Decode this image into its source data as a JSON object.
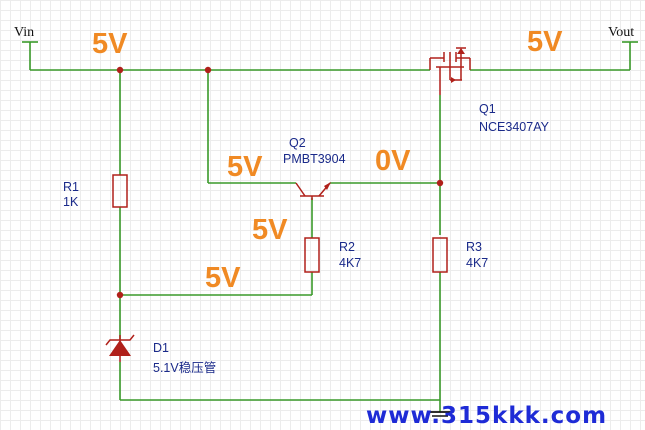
{
  "pins": {
    "vin": "Vin",
    "vout": "Vout"
  },
  "voltages": {
    "vin_rail": "5V",
    "vout_rail": "5V",
    "q2_collector": "5V",
    "q1_gate": "0V",
    "q2_base": "5V",
    "divider_node": "5V"
  },
  "components": {
    "r1": {
      "ref": "R1",
      "value": "1K"
    },
    "r2": {
      "ref": "R2",
      "value": "4K7"
    },
    "r3": {
      "ref": "R3",
      "value": "4K7"
    },
    "q1": {
      "ref": "Q1",
      "value": "NCE3407AY"
    },
    "q2": {
      "ref": "Q2",
      "value": "PMBT3904"
    },
    "d1": {
      "ref": "D1",
      "value": "5.1V稳压管"
    }
  },
  "watermark": "www.315kkk.com",
  "colors": {
    "wire": "#3a9a2a",
    "component": "#b0201a",
    "label": "#1a2a8a",
    "voltage": "#f08a24",
    "watermark": "#1e2bd6"
  }
}
